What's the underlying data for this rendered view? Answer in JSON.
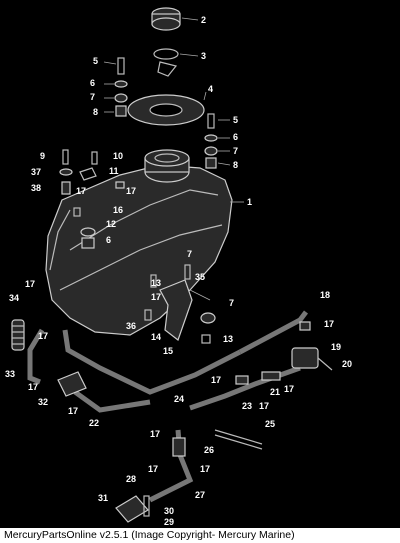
{
  "footer": {
    "caption": "MercuryPartsOnline v2.5.1 (Image Copyright- Mercury Marine)"
  },
  "callouts": {
    "c1": "1",
    "c2": "2",
    "c3": "3",
    "c4": "4",
    "c5a": "5",
    "c5b": "5",
    "c6a": "6",
    "c6b": "6",
    "c6c": "6",
    "c7a": "7",
    "c7b": "7",
    "c7c": "7",
    "c7d": "7",
    "c8a": "8",
    "c8b": "8",
    "c9": "9",
    "c10": "10",
    "c11": "11",
    "c12": "12",
    "c13a": "13",
    "c13b": "13",
    "c14": "14",
    "c15": "15",
    "c16": "16",
    "c17a": "17",
    "c17b": "17",
    "c17c": "17",
    "c17d": "17",
    "c17e": "17",
    "c17f": "17",
    "c17g": "17",
    "c17h": "17",
    "c17i": "17",
    "c17j": "17",
    "c17k": "17",
    "c17l": "17",
    "c18": "18",
    "c19": "19",
    "c20": "20",
    "c21": "21",
    "c22": "22",
    "c23": "23",
    "c24": "24",
    "c25": "25",
    "c26": "26",
    "c27": "27",
    "c28": "28",
    "c29": "29",
    "c30": "30",
    "c31": "31",
    "c32": "32",
    "c33": "33",
    "c34": "34",
    "c35": "35",
    "c36": "36",
    "c37": "37",
    "c38": "38"
  }
}
